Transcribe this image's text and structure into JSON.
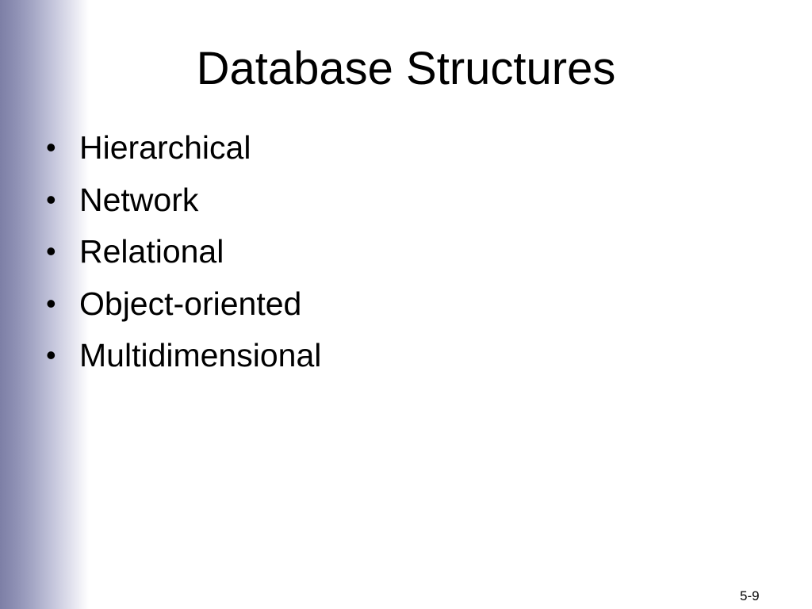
{
  "slide": {
    "title": "Database Structures",
    "bullet_char": "•",
    "bullets": [
      "Hierarchical",
      "Network",
      "Relational",
      "Object-oriented",
      "Multidimensional"
    ],
    "page_number": "5-9"
  },
  "colors": {
    "sidebar_gradient_dark": "#7d7fa6",
    "sidebar_gradient_light": "#ffffff",
    "text": "#000000",
    "background": "#ffffff"
  }
}
